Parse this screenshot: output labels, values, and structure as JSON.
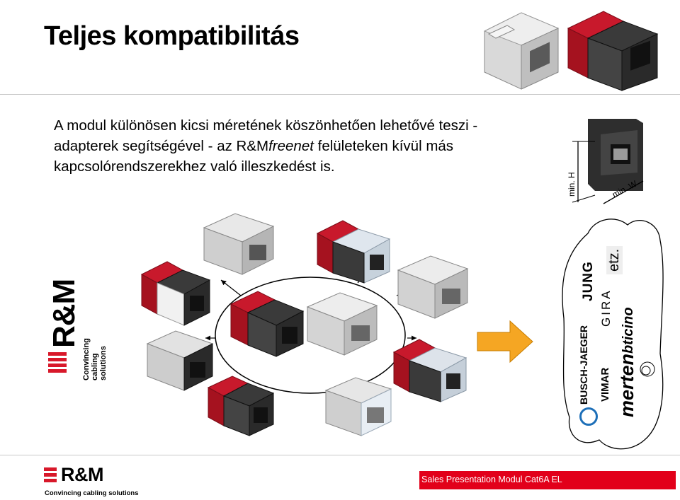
{
  "slide": {
    "title": "Teljes kompatibilitás",
    "body_line1": "A modul különösen kicsi méretének köszönhetően  lehetővé teszi -",
    "body_line2_pre": "adapterek segítségével - az R&M",
    "body_line2_em": "freenet",
    "body_line2_post": " felületeken kívül más",
    "body_line3": "kapcsolórendszerekhez való illeszkedést is."
  },
  "side_logo": {
    "name": "R&M",
    "tagline": "Convincing cabling solutions"
  },
  "dimensions": {
    "height_label": "min. H",
    "width_label": "min. W"
  },
  "brands": {
    "etc": "etz.",
    "jung": "JUNG",
    "gira": "GIRA",
    "bticino": "bticino",
    "busch": "BUSCH-JAEGER",
    "vimar": "VIMAR",
    "merten": "merten"
  },
  "footer": {
    "logo": "R&M",
    "tagline": "Convincing cabling solutions",
    "presentation": "Sales Presentation Modul Cat6A EL"
  },
  "colors": {
    "brand_red": "#e2001a",
    "module_red": "#c8192c",
    "module_black": "#2a2a2a",
    "module_silver": "#c9c9c9",
    "arrow_orange": "#f5a623"
  }
}
